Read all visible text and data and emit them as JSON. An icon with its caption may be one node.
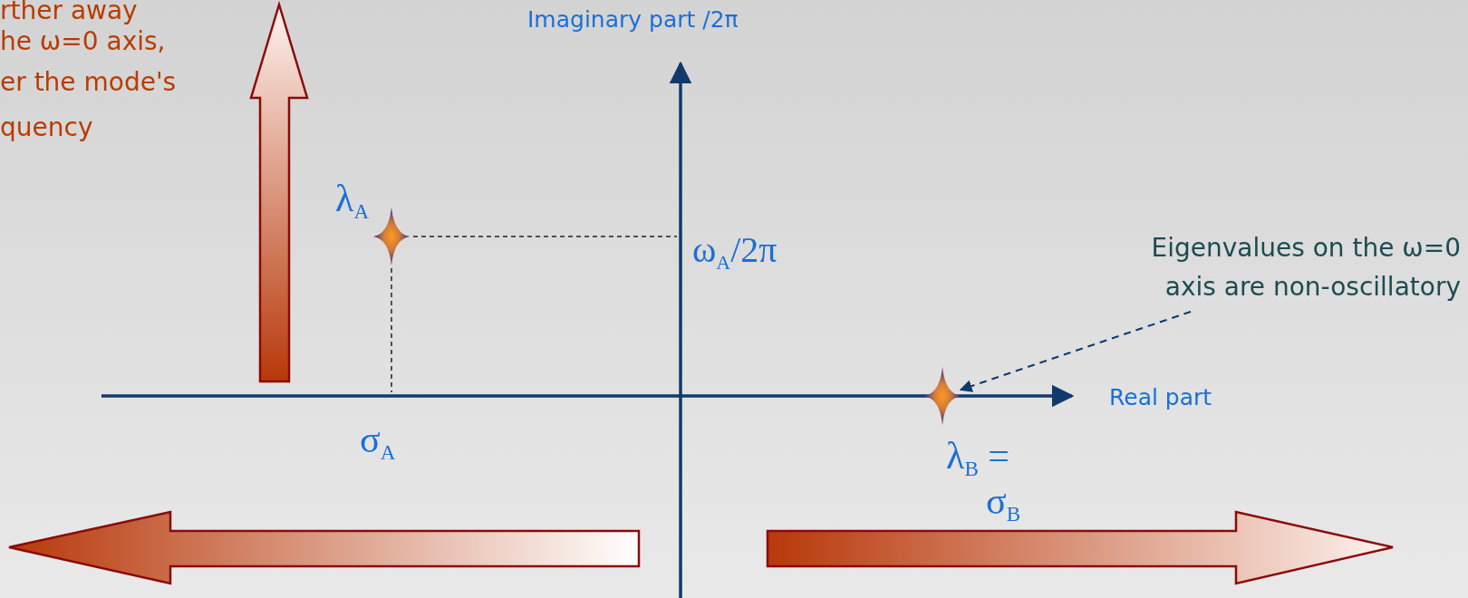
{
  "diagram": {
    "nodes": [
      {
        "text": [
          "Eigenvalues on the ω=0 axis are non-oscillatory"
        ]
      },
      {
        "text": [],
        "shape": "star"
      },
      {
        "text": [],
        "shape": "star"
      }
    ],
    "edges": [
      {
        "from": 0,
        "to": 2,
        "arrow": "to",
        "style": "dashed"
      }
    ],
    "labels": [
      "rther away",
      "he ω=0 axis,",
      "er the mode's",
      "quency",
      "Imaginary part /2π",
      "λ$_{A}$",
      "ω$_{A}$/2π",
      "Real part",
      "σ$_{A}$",
      "λ$_{B}$ =",
      "σ$_{B}$"
    ]
  }
}
